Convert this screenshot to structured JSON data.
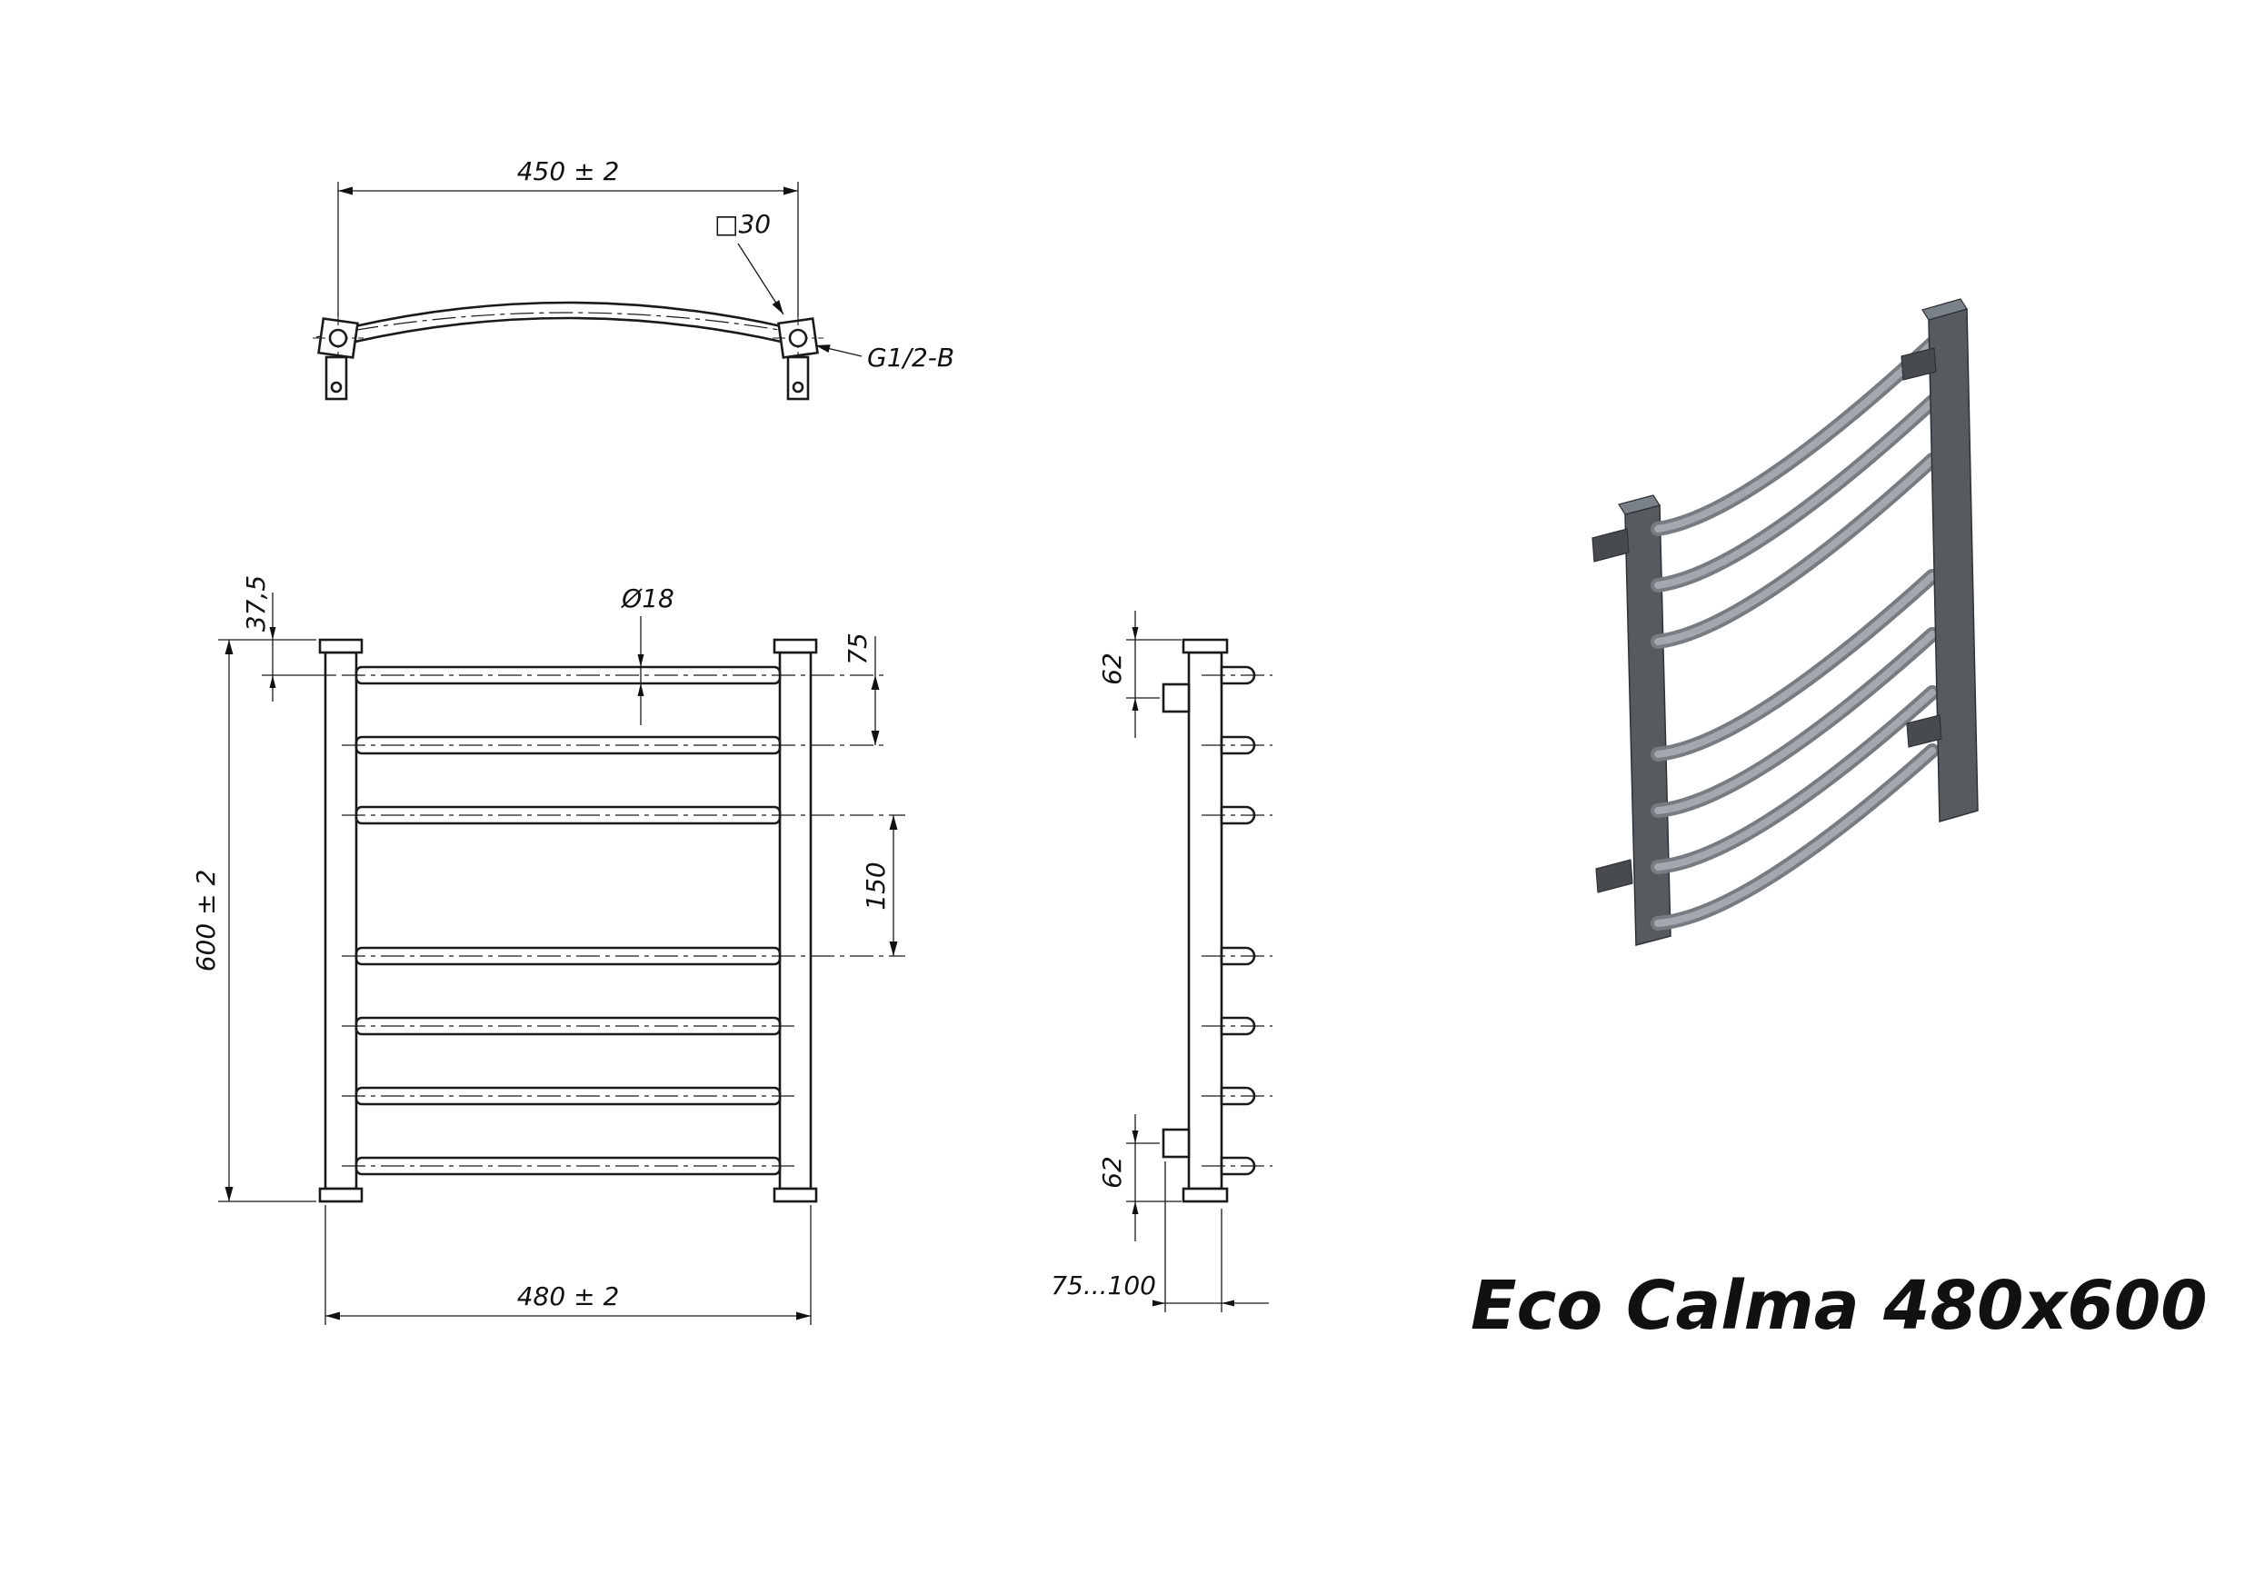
{
  "title": {
    "product": "Eco Calma",
    "size": "480x600"
  },
  "top_view": {
    "dim_width": "450 ± 2",
    "dim_profile": "□30",
    "dim_thread": "G1/2-B"
  },
  "front_view": {
    "dim_top_offset": "37,5",
    "dim_height": "600 ± 2",
    "dim_tube": "Ø18",
    "dim_gap_small": "75",
    "dim_gap_large": "150",
    "dim_width": "480 ± 2",
    "rail_count": 7
  },
  "side_view": {
    "dim_top": "62",
    "dim_bottom": "62",
    "dim_wall": "75...100",
    "bracket_count": 2
  },
  "colors": {
    "background": "#ffffff",
    "line": "#1a1a1a",
    "steel_dark": "#565b60",
    "steel_mid": "#777c81",
    "steel_light": "#a2a8ad"
  }
}
